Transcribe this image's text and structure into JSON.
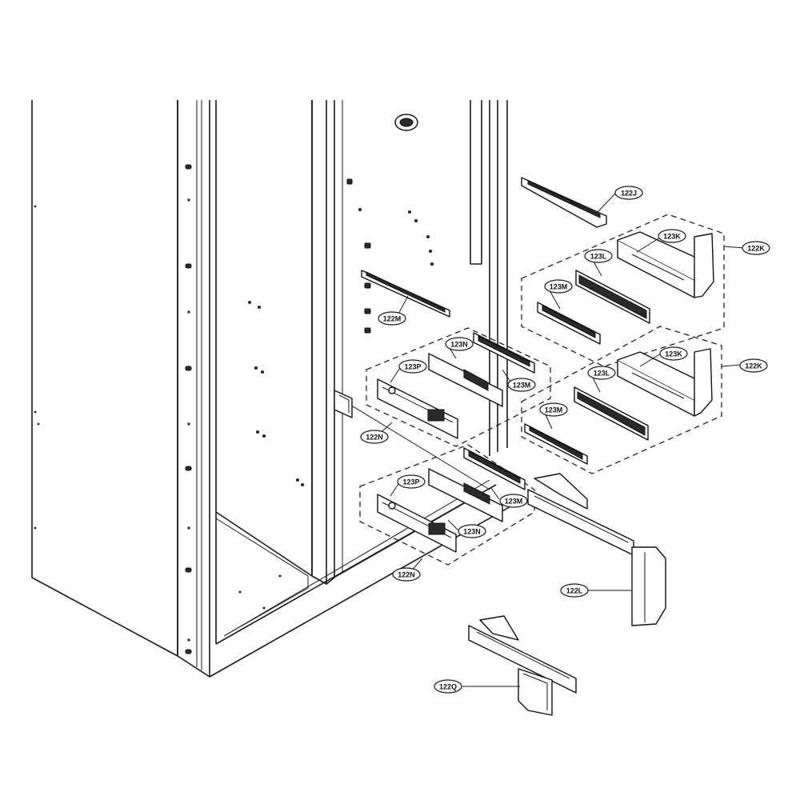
{
  "callouts": [
    {
      "id": "c1",
      "label": "122J"
    },
    {
      "id": "c2",
      "label": "123K"
    },
    {
      "id": "c3",
      "label": "123L"
    },
    {
      "id": "c4",
      "label": "122K"
    },
    {
      "id": "c5",
      "label": "123M"
    },
    {
      "id": "c6",
      "label": "122M"
    },
    {
      "id": "c7",
      "label": "123N"
    },
    {
      "id": "c8",
      "label": "123P"
    },
    {
      "id": "c9",
      "label": "123M"
    },
    {
      "id": "c10",
      "label": "123K"
    },
    {
      "id": "c11",
      "label": "123L"
    },
    {
      "id": "c12",
      "label": "122K"
    },
    {
      "id": "c13",
      "label": "123M"
    },
    {
      "id": "c14",
      "label": "122N"
    },
    {
      "id": "c15",
      "label": "123P"
    },
    {
      "id": "c16",
      "label": "123M"
    },
    {
      "id": "c17",
      "label": "123N"
    },
    {
      "id": "c18",
      "label": "122N"
    },
    {
      "id": "c19",
      "label": "122L"
    },
    {
      "id": "c20",
      "label": "122Q"
    }
  ]
}
